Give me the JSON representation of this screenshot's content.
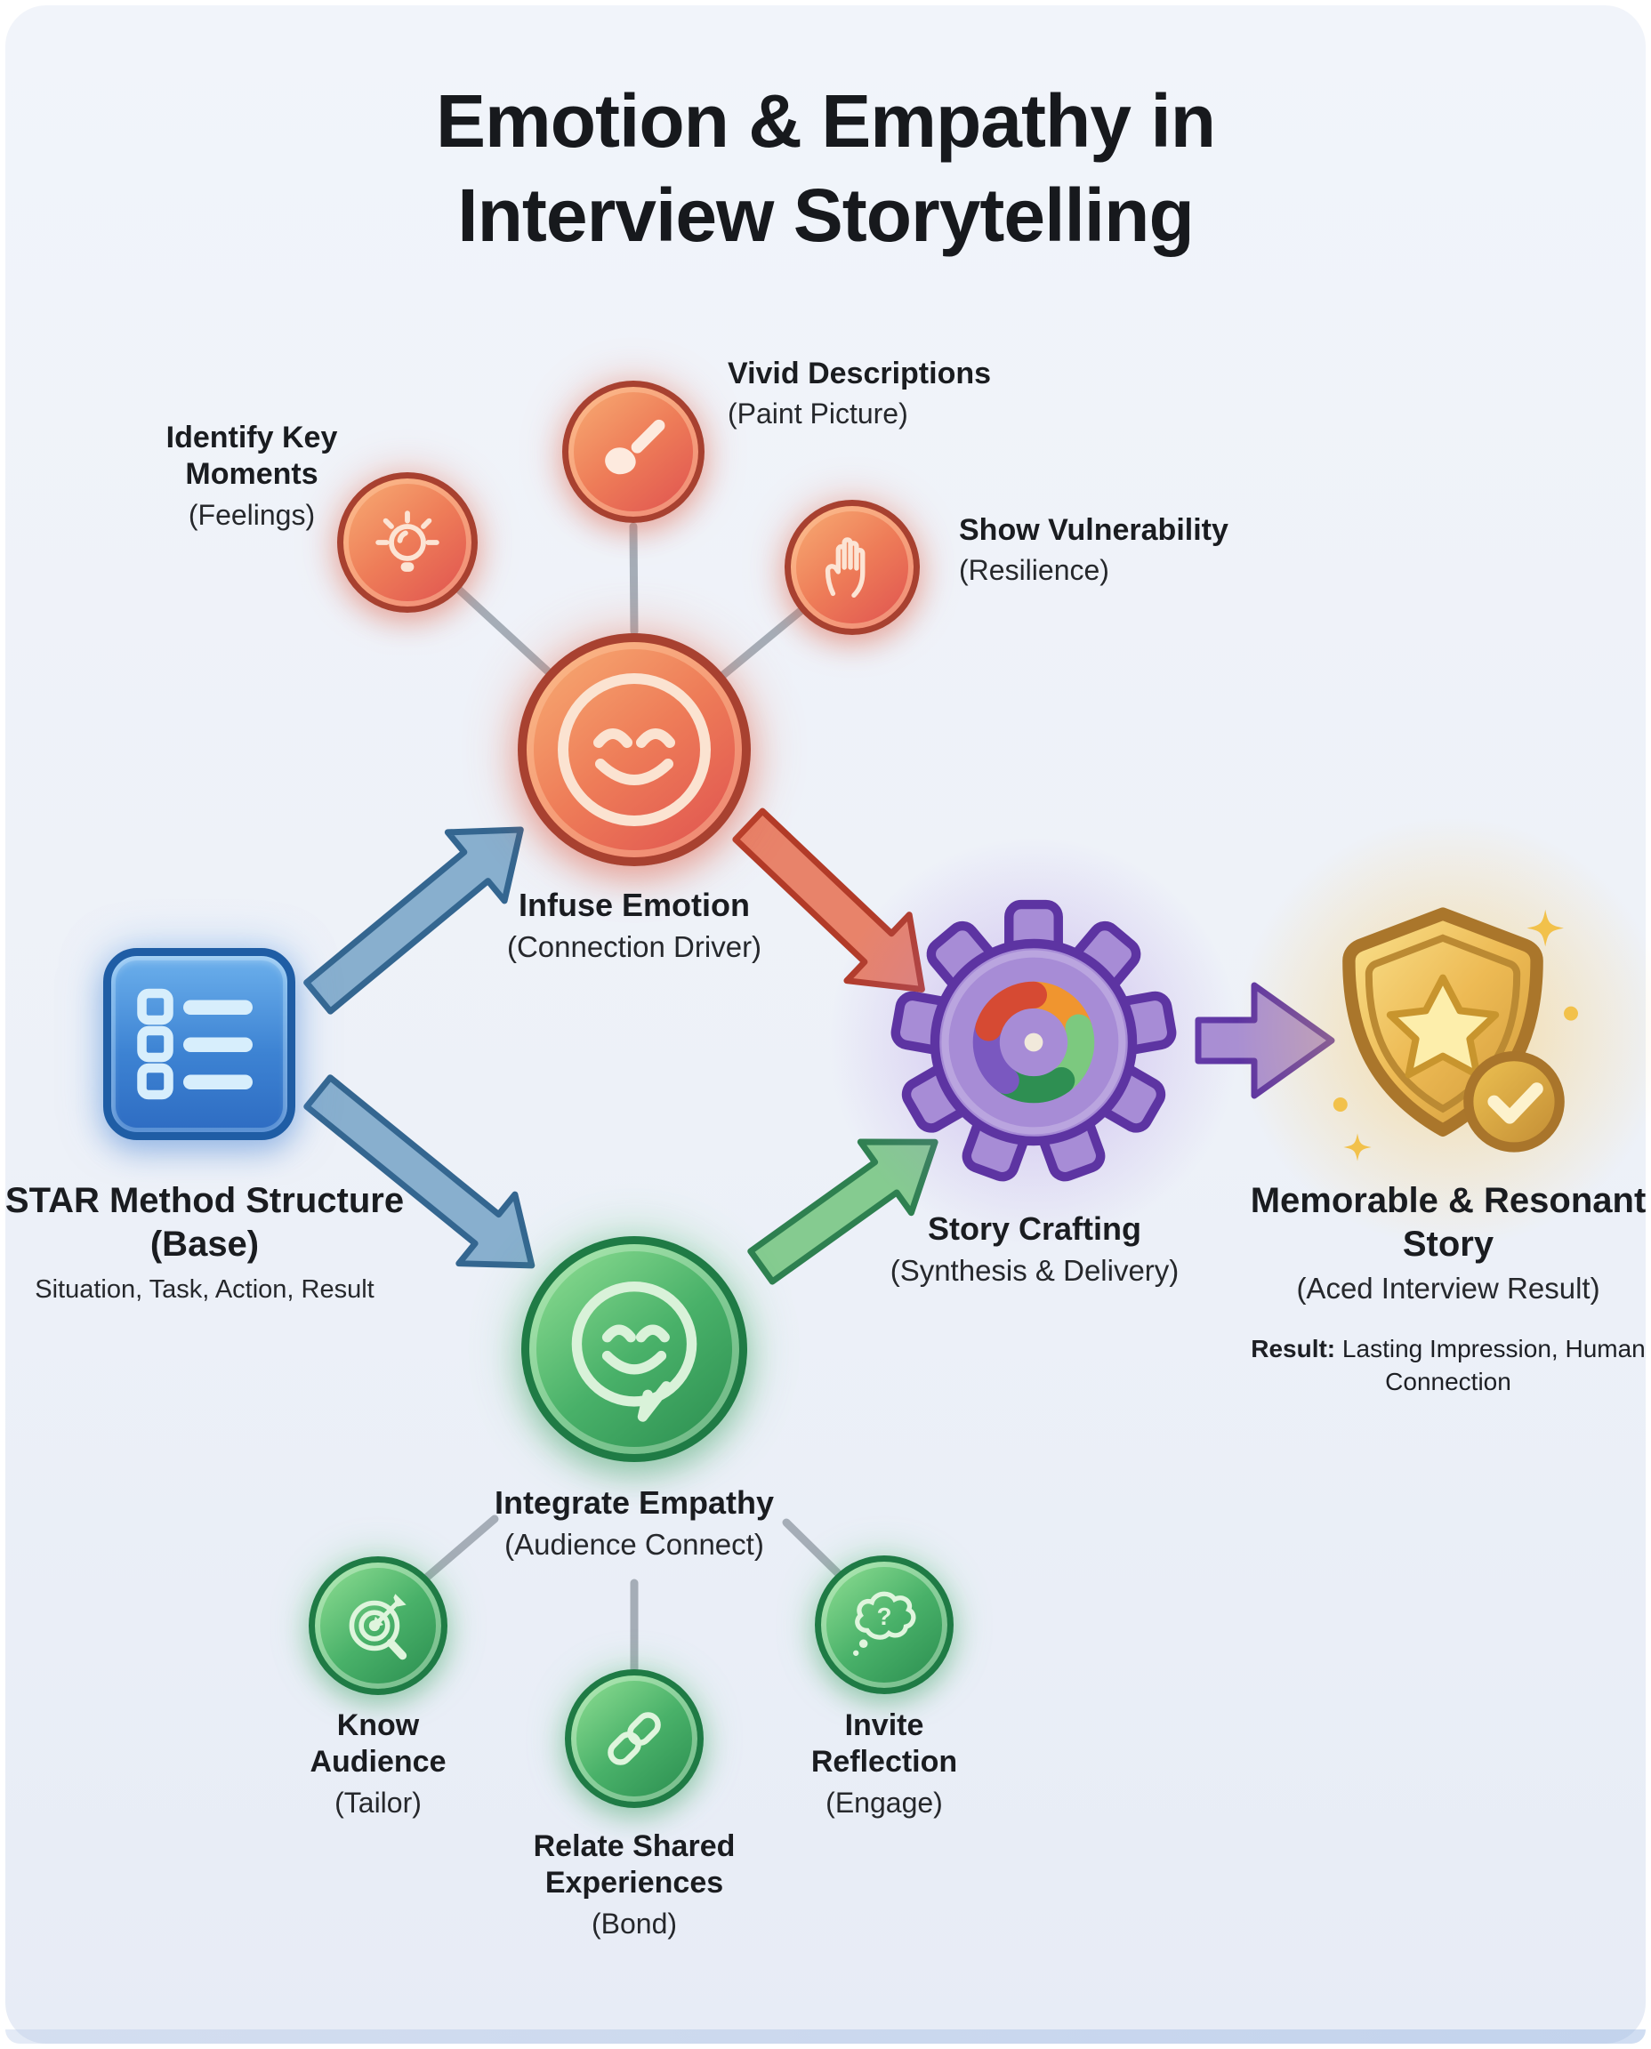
{
  "title": {
    "line1": "Emotion & Empathy in",
    "line2": "Interview Storytelling"
  },
  "nodes": {
    "star": {
      "label": "STAR Method Structure (Base)",
      "sub": "Situation, Task, Action, Result"
    },
    "infuse": {
      "label": "Infuse Emotion",
      "sub": "(Connection Driver)"
    },
    "moments": {
      "label": "Identify Key Moments",
      "sub": "(Feelings)"
    },
    "vivid": {
      "label": "Vivid Descriptions",
      "sub": "(Paint Picture)"
    },
    "vulnerability": {
      "label": "Show Vulnerability",
      "sub": "(Resilience)"
    },
    "crafting": {
      "label": "Story Crafting",
      "sub": "(Synthesis & Delivery)"
    },
    "empathy": {
      "label": "Integrate Empathy",
      "sub": "(Audience Connect)"
    },
    "audience": {
      "label": "Know Audience",
      "sub": "(Tailor)"
    },
    "shared": {
      "label": "Relate Shared Experiences",
      "sub": "(Bond)"
    },
    "reflection": {
      "label": "Invite Reflection",
      "sub": "(Engage)"
    },
    "outcome": {
      "label": "Memorable & Resonant Story",
      "sub": "(Aced Interview Result)",
      "result_label": "Result:",
      "result_text": " Lasting Impression, Human Connection"
    }
  },
  "colors": {
    "background": "#edf1f8",
    "emotion_orange": "#e85c50",
    "empathy_green": "#35995b",
    "structure_blue": "#3b7fd0",
    "crafting_purple": "#8a66c9",
    "result_gold": "#e0a83e",
    "connector_gray": "#a2aab4",
    "text": "#1a1c20"
  }
}
